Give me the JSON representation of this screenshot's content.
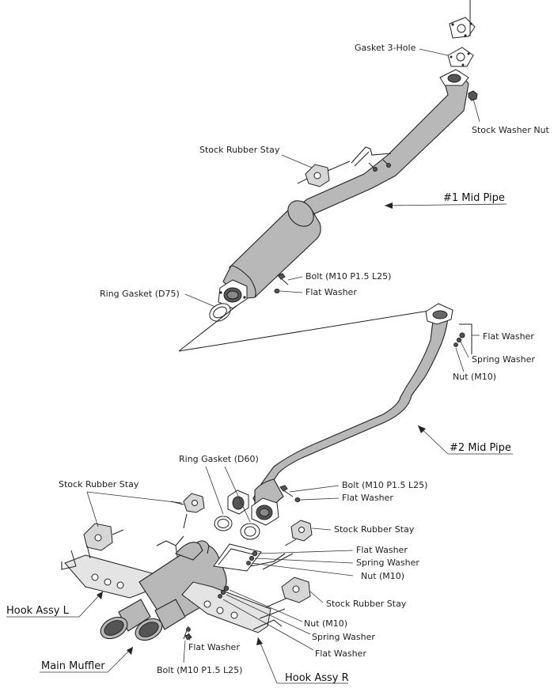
{
  "labels": {
    "gasket_3hole": "Gasket 3-Hole",
    "stock_washer_nut": "Stock Washer Nut",
    "stock_rubber_stay_top": "Stock Rubber Stay",
    "mid_pipe_1": "#1 Mid Pipe",
    "bolt_top": "Bolt (M10 P1.5 L25)",
    "flat_washer_top": "Flat Washer",
    "ring_gasket_d75": "Ring Gasket (D75)",
    "flat_washer_right": "Flat Washer",
    "spring_washer_right": "Spring Washer",
    "nut_m10_right": "Nut (M10)",
    "mid_pipe_2": "#2 Mid Pipe",
    "ring_gasket_d60": "Ring Gasket (D60)",
    "bolt_mid": "Bolt (M10 P1.5 L25)",
    "flat_washer_mid": "Flat Washer",
    "stock_rubber_stay_left": "Stock Rubber Stay",
    "stock_rubber_stay_right": "Stock Rubber Stay",
    "flat_washer_r1": "Flat Washer",
    "spring_washer_r1": "Spring Washer",
    "nut_m10_r1": "Nut (M10)",
    "stock_rubber_stay_r2": "Stock Rubber Stay",
    "nut_m10_r2": "Nut (M10)",
    "spring_washer_r2": "Spring Washer",
    "flat_washer_r2": "Flat Washer",
    "hook_assy_l": "Hook Assy L",
    "main_muffler": "Main Muffler",
    "flat_washer_bottom": "Flat Washer",
    "bolt_bottom": "Bolt (M10 P1.5 L25)",
    "hook_assy_r": "Hook Assy R"
  }
}
